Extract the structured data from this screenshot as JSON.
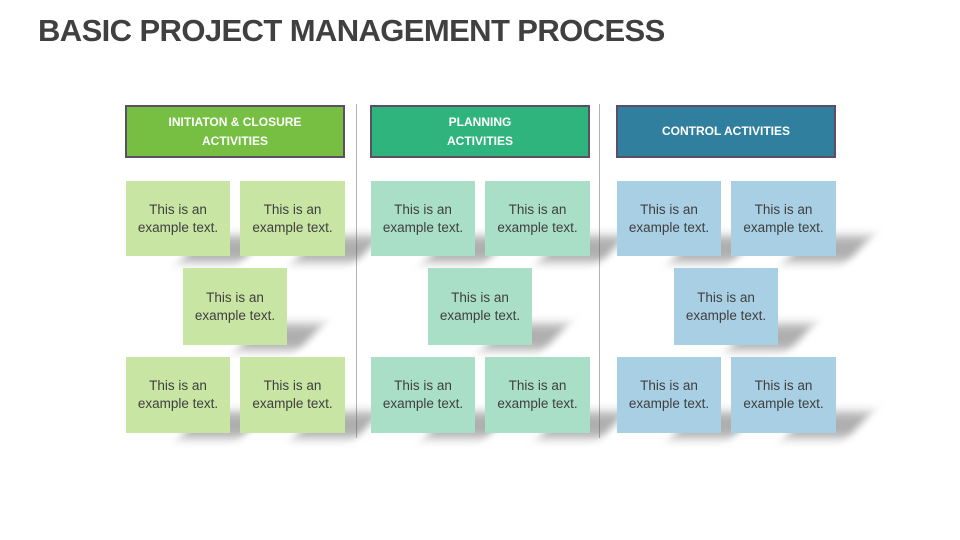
{
  "slide": {
    "title": "BASIC PROJECT MANAGEMENT PROCESS",
    "title_color": "#404040",
    "background": "#FFFFFF",
    "divider_color": "#B3B3B3"
  },
  "header_border_color": "#5B4F63",
  "header_text_color": "#FFFFFF",
  "card_text_color": "#3F3F3F",
  "columns": [
    {
      "id": "initiation-closure",
      "header": "INITIATON & CLOSURE\nACTIVITIES",
      "header_color": "#76BF42",
      "card_color": "#C9E5A4",
      "boxes": [
        {
          "text": "This is an\nexample text."
        },
        {
          "text": "This is an\nexample text."
        },
        {
          "text": "This is an\nexample text."
        },
        {
          "text": "This is an\nexample text."
        },
        {
          "text": "This is an\nexample text."
        }
      ]
    },
    {
      "id": "planning",
      "header": "PLANNING\nACTIVITIES",
      "header_color": "#2FB47D",
      "card_color": "#A9DFC6",
      "boxes": [
        {
          "text": "This is an\nexample text."
        },
        {
          "text": "This is an\nexample text."
        },
        {
          "text": "This is an\nexample text."
        },
        {
          "text": "This is an\nexample text."
        },
        {
          "text": "This is an\nexample text."
        }
      ]
    },
    {
      "id": "control",
      "header": "CONTROL ACTIVITIES",
      "header_color": "#317F9F",
      "card_color": "#A8CFE3",
      "boxes": [
        {
          "text": "This is an\nexample text."
        },
        {
          "text": "This is an\nexample text."
        },
        {
          "text": "This is an\nexample text."
        },
        {
          "text": "This is an\nexample text."
        },
        {
          "text": "This is an\nexample text."
        }
      ]
    }
  ]
}
